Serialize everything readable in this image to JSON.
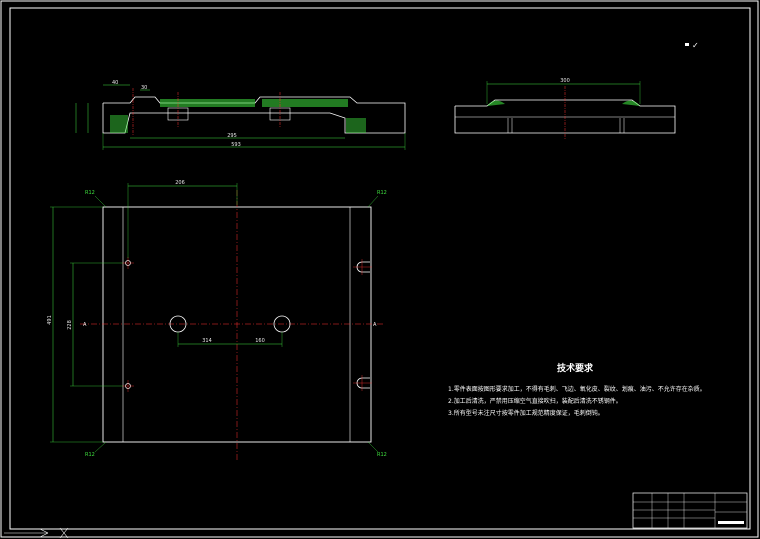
{
  "drawing": {
    "colors": {
      "background": "#000000",
      "outline": "#ffffff",
      "centerline": "#ff3030",
      "dimension": "#3ee03e",
      "hatch": "#3ee03e",
      "text": "#ffffff"
    },
    "roughness_symbol": "✓",
    "front_view": {
      "dims": {
        "inner_width": "295",
        "overall_width": "593",
        "small_1": "40",
        "small_2": "30"
      }
    },
    "side_view": {
      "dims": {
        "width": "300"
      }
    },
    "plan_view": {
      "dims": {
        "top_offset": "206",
        "overall_height": "491",
        "hole_pitch": "228",
        "bore_offset": "314",
        "bore_spacing": "160"
      },
      "corner_labels": [
        "R12",
        "R12",
        "R12",
        "R12"
      ],
      "side_marks": {
        "left": "A",
        "right": "A"
      }
    },
    "technical_requirements": {
      "title": "技术要求",
      "items": [
        "1.零件表面按图形要求加工，不得有毛刺、飞边、氧化皮、裂纹、划痕、油污、不允许存在杂质。",
        "2.加工后清洗，严禁用压缩空气直接吹扫，装配后清洗不锈钢件。",
        "3.所有型号未注尺寸按零件加工规范精度保证，毛刺倒钝。"
      ]
    },
    "title_block": {
      "drawing_no": ""
    }
  }
}
